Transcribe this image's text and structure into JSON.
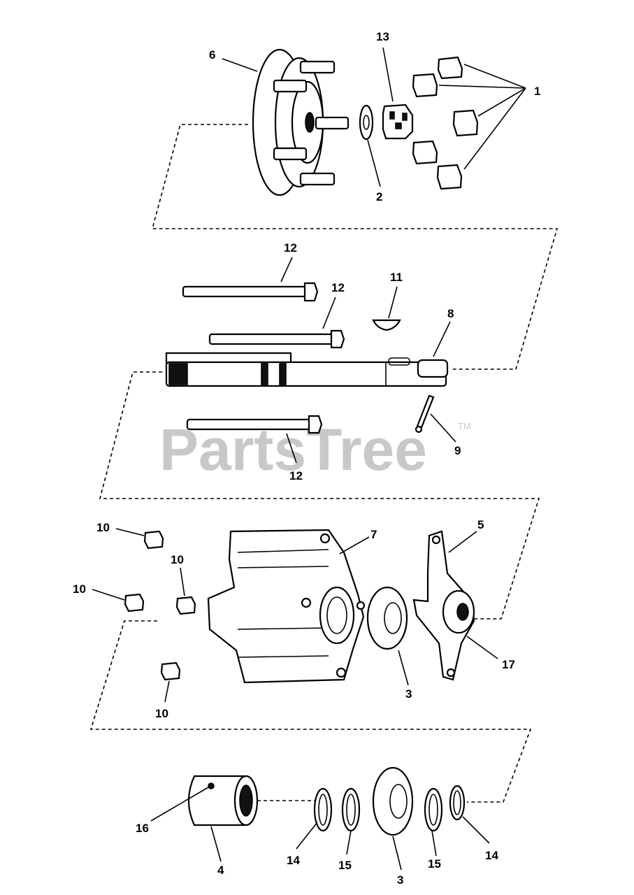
{
  "watermark": {
    "text": "PartsTree",
    "tm": "TM"
  },
  "callouts": {
    "c1": "1",
    "c2": "2",
    "c3a": "3",
    "c3b": "3",
    "c4": "4",
    "c5": "5",
    "c6": "6",
    "c7": "7",
    "c8": "8",
    "c9": "9",
    "c10a": "10",
    "c10b": "10",
    "c10c": "10",
    "c10d": "10",
    "c11": "11",
    "c12a": "12",
    "c12b": "12",
    "c12c": "12",
    "c13": "13",
    "c14a": "14",
    "c14b": "14",
    "c15a": "15",
    "c15b": "15",
    "c16": "16",
    "c17": "17"
  }
}
